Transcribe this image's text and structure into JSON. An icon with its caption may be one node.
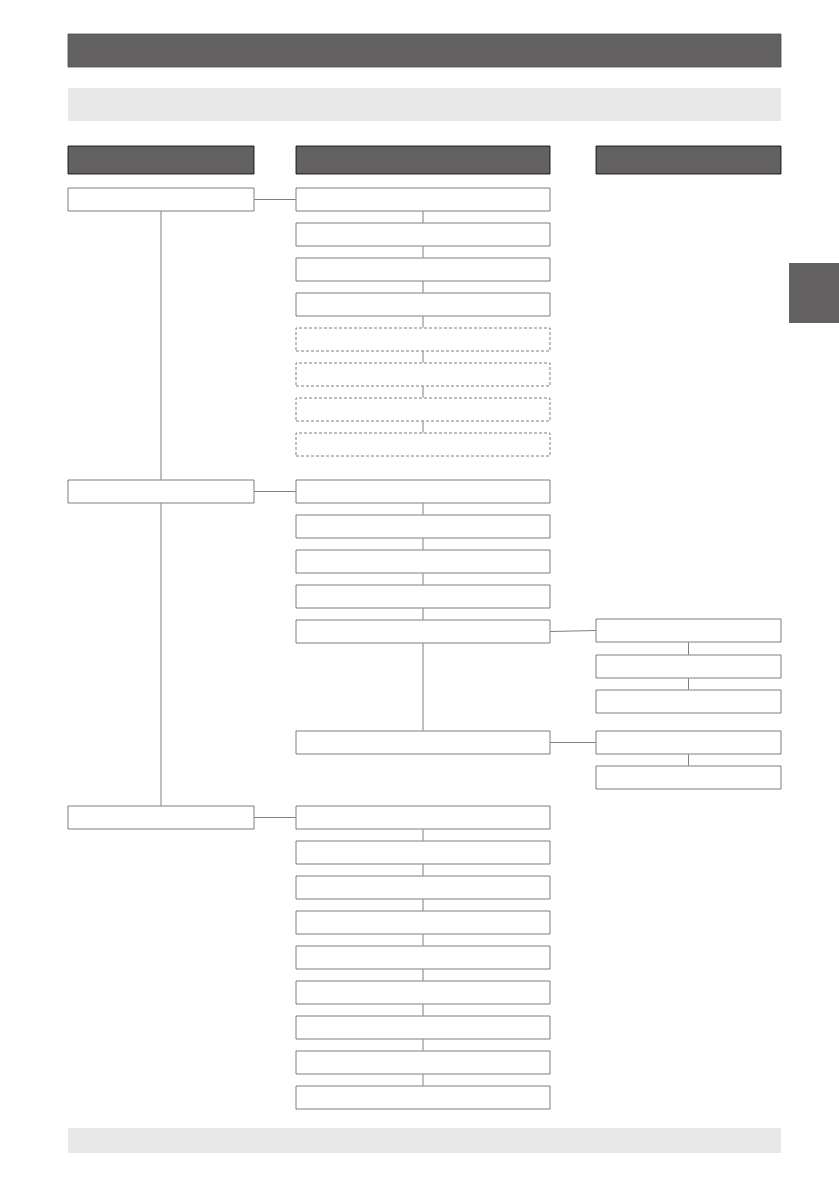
{
  "diagram": {
    "nodes": [
      {
        "text": [],
        "shape": "bar"
      },
      {
        "text": [],
        "shape": "bar"
      },
      {
        "text": [],
        "shape": "bar"
      },
      {
        "text": [],
        "shape": "bar"
      },
      {
        "text": [],
        "shape": "bar"
      },
      {
        "text": [],
        "shape": "box"
      },
      {
        "text": [],
        "shape": "box"
      },
      {
        "text": [],
        "shape": "box"
      },
      {
        "text": [],
        "shape": "box"
      },
      {
        "text": [],
        "shape": "box"
      },
      {
        "text": [],
        "shape": "box"
      },
      {
        "text": [],
        "shape": "box"
      },
      {
        "text": [],
        "shape": "box"
      },
      {
        "text": [],
        "shape": "box"
      },
      {
        "text": [],
        "shape": "box"
      },
      {
        "text": [],
        "shape": "box"
      },
      {
        "text": [],
        "shape": "box"
      },
      {
        "text": [],
        "shape": "box"
      },
      {
        "text": [],
        "shape": "box"
      },
      {
        "text": [],
        "shape": "box"
      },
      {
        "text": [],
        "shape": "box"
      },
      {
        "text": [],
        "shape": "box"
      },
      {
        "text": [],
        "shape": "box"
      },
      {
        "text": [],
        "shape": "box"
      },
      {
        "text": [],
        "shape": "box"
      },
      {
        "text": [],
        "shape": "box"
      },
      {
        "text": [],
        "shape": "box"
      },
      {
        "text": [],
        "shape": "box"
      },
      {
        "text": [],
        "shape": "box"
      },
      {
        "text": [],
        "shape": "box"
      },
      {
        "text": [],
        "shape": "box"
      },
      {
        "text": [],
        "shape": "box"
      },
      {
        "text": [],
        "shape": "box"
      },
      {
        "text": [],
        "shape": "box"
      },
      {
        "text": [],
        "shape": "box"
      },
      {
        "text": [],
        "shape": "box"
      },
      {
        "text": [],
        "shape": "bar"
      },
      {
        "text": [],
        "shape": "bar"
      }
    ],
    "edges": [
      {
        "from": 5,
        "to": 14,
        "arrow": "none"
      },
      {
        "from": 14,
        "to": 26,
        "arrow": "none"
      },
      {
        "from": 5,
        "to": 6,
        "arrow": "none"
      },
      {
        "from": 6,
        "to": 7,
        "arrow": "none"
      },
      {
        "from": 7,
        "to": 8,
        "arrow": "none"
      },
      {
        "from": 8,
        "to": 9,
        "arrow": "none"
      },
      {
        "from": 9,
        "to": 10,
        "arrow": "none"
      },
      {
        "from": 10,
        "to": 11,
        "arrow": "none"
      },
      {
        "from": 11,
        "to": 12,
        "arrow": "none"
      },
      {
        "from": 12,
        "to": 13,
        "arrow": "none"
      },
      {
        "from": 14,
        "to": 15,
        "arrow": "none"
      },
      {
        "from": 15,
        "to": 16,
        "arrow": "none"
      },
      {
        "from": 16,
        "to": 17,
        "arrow": "none"
      },
      {
        "from": 17,
        "to": 18,
        "arrow": "none"
      },
      {
        "from": 18,
        "to": 19,
        "arrow": "none"
      },
      {
        "from": 19,
        "to": 20,
        "arrow": "none"
      },
      {
        "from": 19,
        "to": 21,
        "arrow": "none"
      },
      {
        "from": 21,
        "to": 22,
        "arrow": "none"
      },
      {
        "from": 22,
        "to": 23,
        "arrow": "none"
      },
      {
        "from": 20,
        "to": 24,
        "arrow": "none"
      },
      {
        "from": 24,
        "to": 25,
        "arrow": "none"
      },
      {
        "from": 26,
        "to": 27,
        "arrow": "none"
      },
      {
        "from": 27,
        "to": 28,
        "arrow": "none"
      },
      {
        "from": 28,
        "to": 29,
        "arrow": "none"
      },
      {
        "from": 29,
        "to": 30,
        "arrow": "none"
      },
      {
        "from": 30,
        "to": 31,
        "arrow": "none"
      },
      {
        "from": 31,
        "to": 32,
        "arrow": "none"
      },
      {
        "from": 32,
        "to": 33,
        "arrow": "none"
      },
      {
        "from": 33,
        "to": 34,
        "arrow": "none"
      },
      {
        "from": 34,
        "to": 35,
        "arrow": "none"
      }
    ]
  }
}
